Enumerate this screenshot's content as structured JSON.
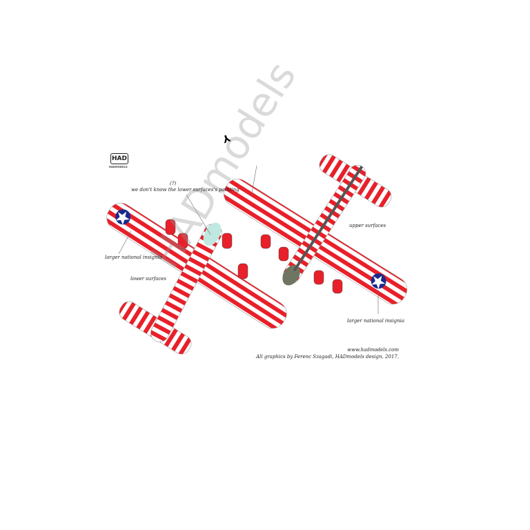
{
  "logo": {
    "mark": "HAD",
    "sub": "HADMODELS"
  },
  "watermark": "HADmodels",
  "labels": {
    "question": "(?)",
    "lower_painting": "we don't know the lower surfaces's painting",
    "insignia_left": "larger national insignia",
    "lower_surfaces": "lower surfaces",
    "upper_surfaces": "upper surfaces",
    "insignia_right": "larger national insignia",
    "fuselage_code": "Y"
  },
  "credits": {
    "website": "www.hadmodels.com",
    "author": "All graphics by Ferenc Szagadi, HADmodels design, 2017."
  },
  "colors": {
    "stripe_red": "#e8202a",
    "stripe_white": "#ffffff",
    "insignia_blue": "#1a2a8a",
    "canopy": "#bfe8e0",
    "nose": "#6e7560"
  }
}
